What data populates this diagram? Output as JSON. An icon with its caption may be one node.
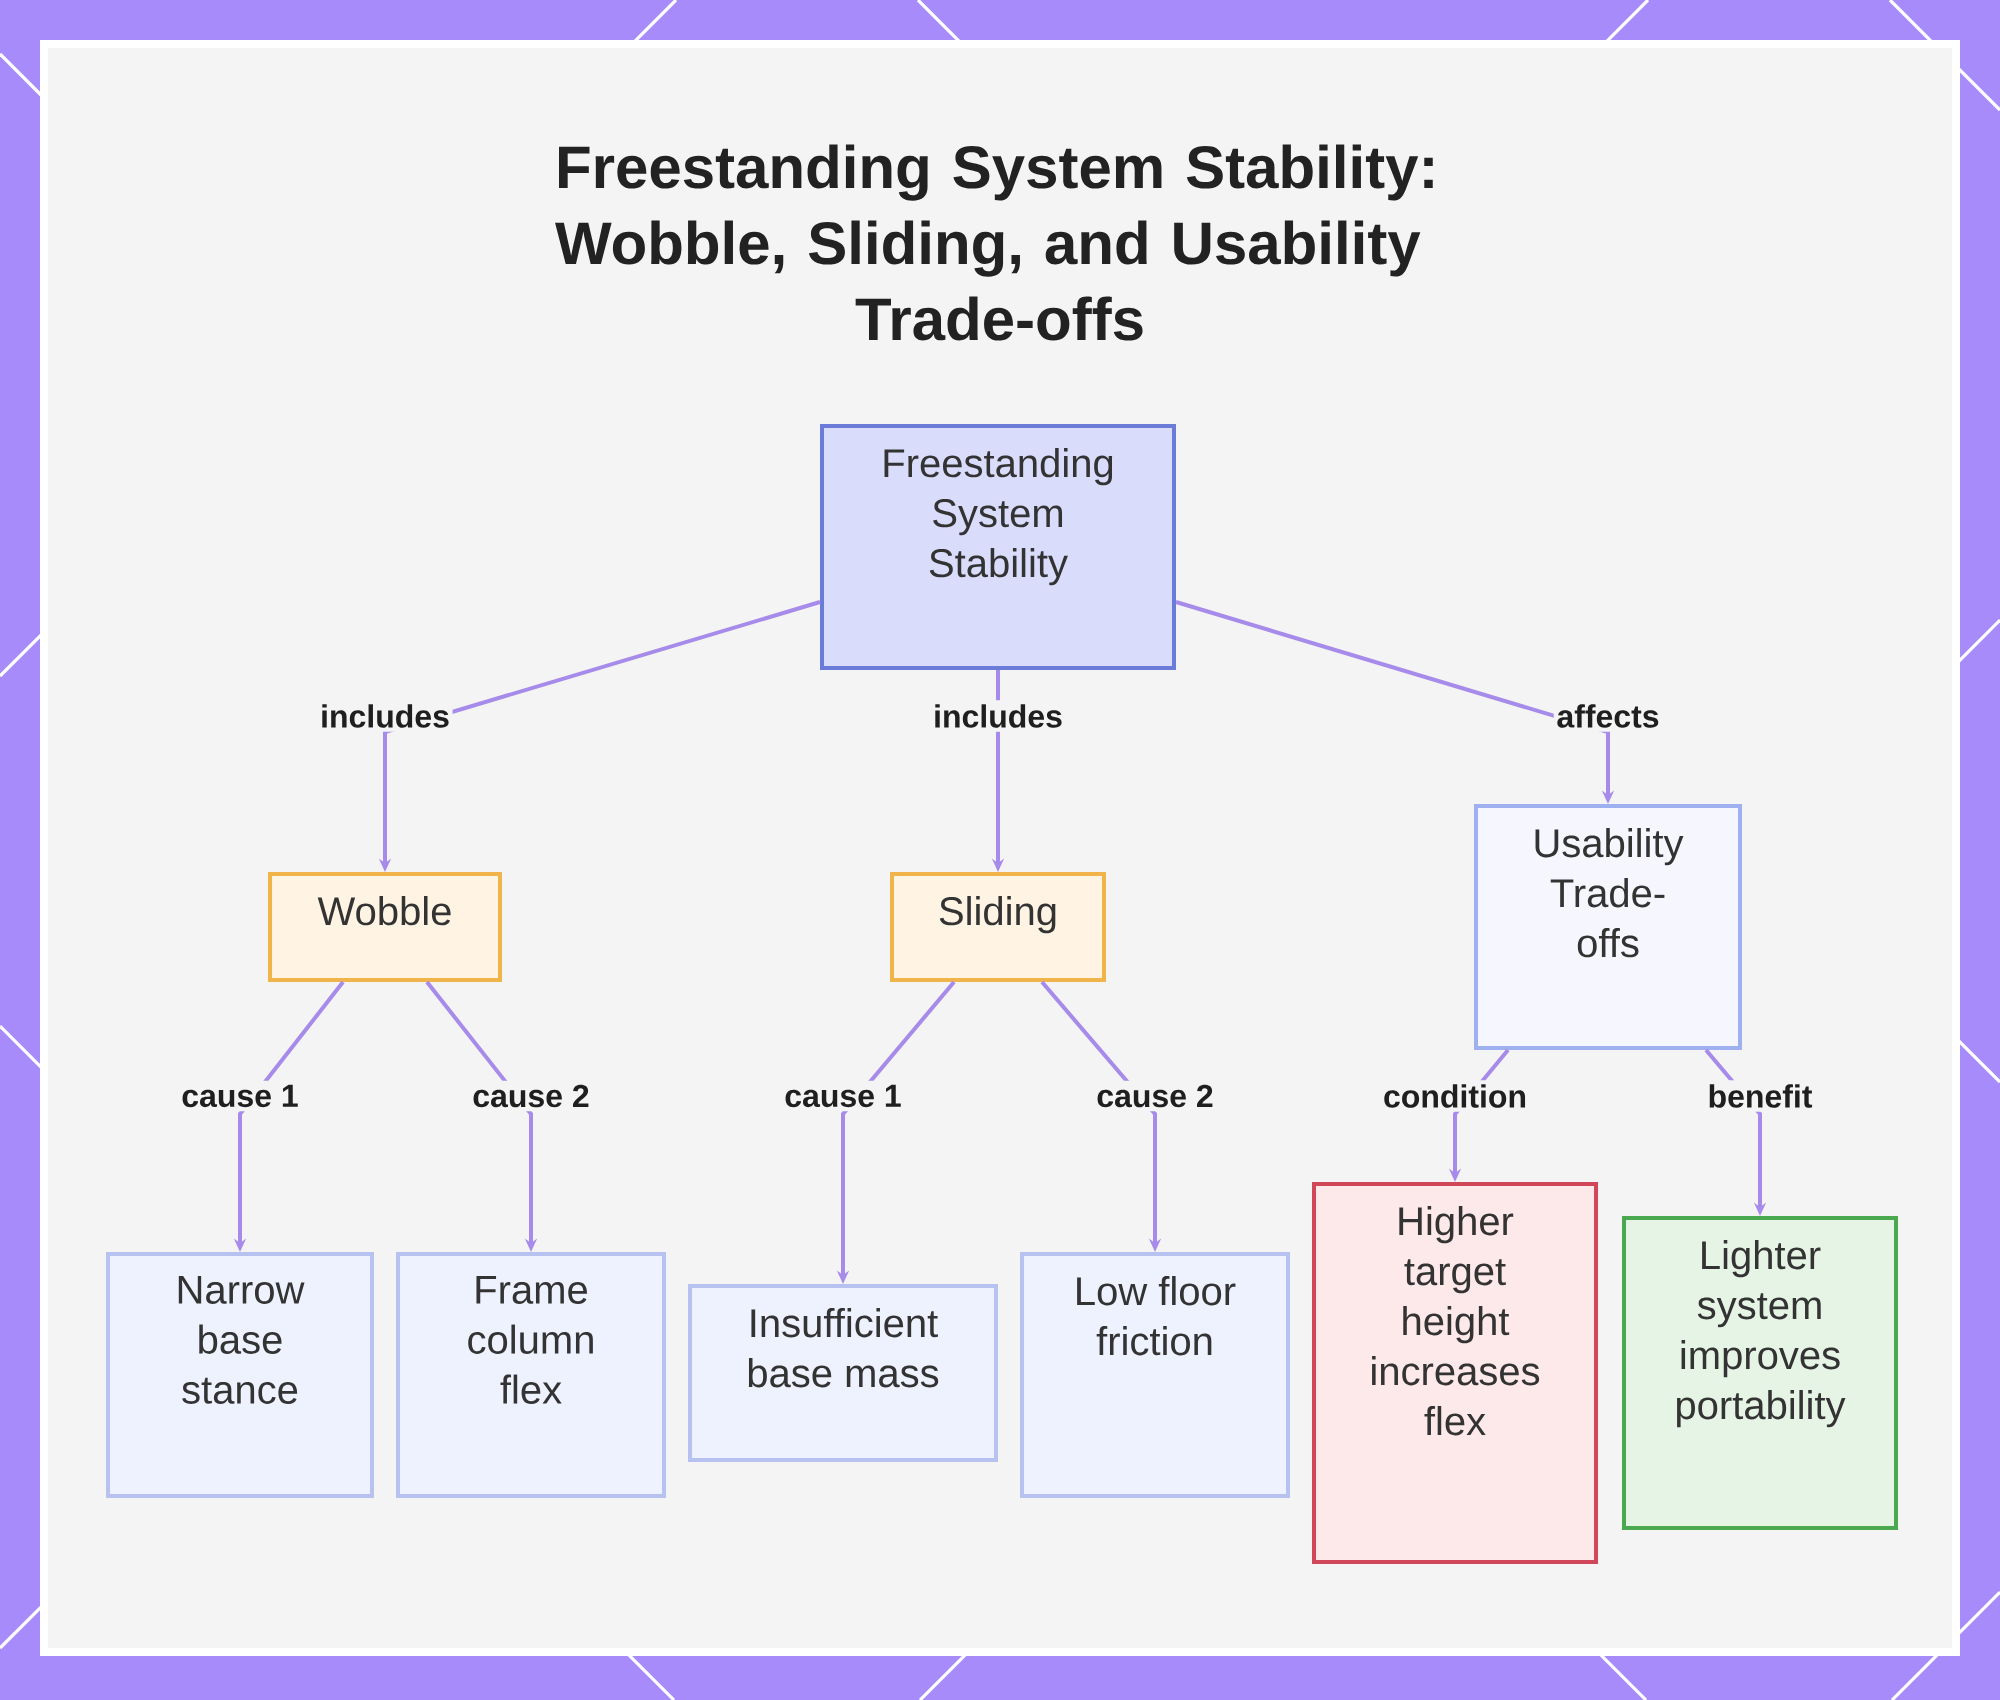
{
  "diagram": {
    "title": "Freestanding System Stability: Wobble, Sliding, and Usability Trade-offs",
    "nodes": [
      {
        "text": [
          "Freestanding System Stability"
        ]
      },
      {
        "text": [
          "Wobble"
        ]
      },
      {
        "text": [
          "Sliding"
        ]
      },
      {
        "text": [
          "Usability Trade-offs"
        ]
      },
      {
        "text": [
          "Narrow base stance"
        ]
      },
      {
        "text": [
          "Frame column flex"
        ]
      },
      {
        "text": [
          "Insufficient base mass"
        ]
      },
      {
        "text": [
          "Low floor friction"
        ]
      },
      {
        "text": [
          "Higher target height increases flex"
        ]
      },
      {
        "text": [
          "Lighter system improves portability"
        ]
      }
    ],
    "edges": [
      {
        "from": 0,
        "to": 1,
        "arrow": "to",
        "label": "includes"
      },
      {
        "from": 0,
        "to": 2,
        "arrow": "to",
        "label": "includes"
      },
      {
        "from": 0,
        "to": 3,
        "arrow": "to",
        "label": "affects"
      },
      {
        "from": 1,
        "to": 4,
        "arrow": "to",
        "label": "cause 1"
      },
      {
        "from": 1,
        "to": 5,
        "arrow": "to",
        "label": "cause 2"
      },
      {
        "from": 2,
        "to": 6,
        "arrow": "to",
        "label": "cause 1"
      },
      {
        "from": 2,
        "to": 7,
        "arrow": "to",
        "label": "cause 2"
      },
      {
        "from": 3,
        "to": 8,
        "arrow": "to",
        "label": "condition"
      },
      {
        "from": 3,
        "to": 9,
        "arrow": "to",
        "label": "benefit"
      }
    ]
  }
}
